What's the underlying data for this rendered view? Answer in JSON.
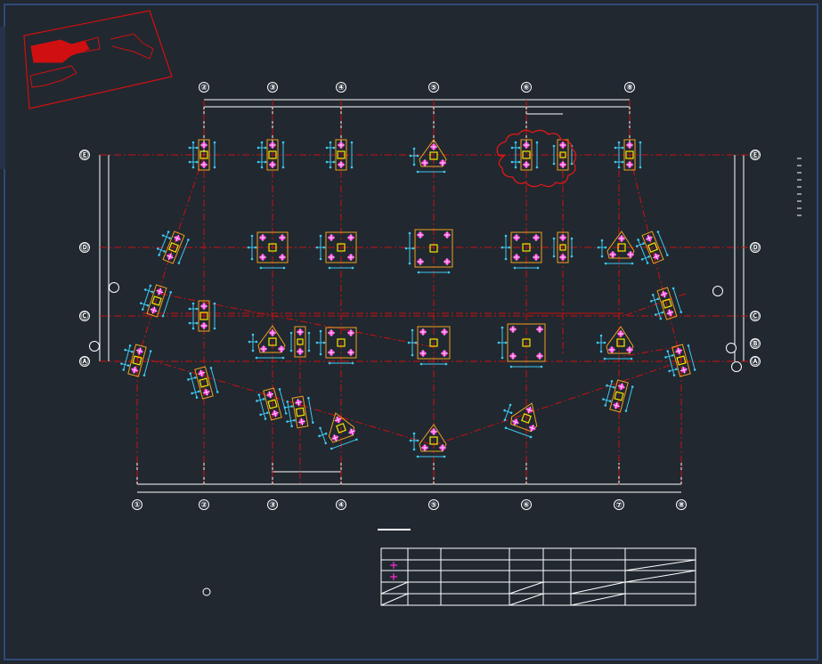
{
  "colors": {
    "background": "#212830",
    "border": "#2f4a7a",
    "grid_line": "#cc1010",
    "dimension_line": "#ffffff",
    "pile_cap": "#f0a020",
    "column": "#f2e600",
    "pile": "#ff2bd6",
    "rebar": "#3ec9f0",
    "revision_cloud": "#e01818"
  },
  "axes": {
    "top": [
      "②",
      "③",
      "④",
      "⑤",
      "⑥",
      "⑧"
    ],
    "bottom": [
      "①",
      "②",
      "③",
      "④",
      "⑤",
      "⑥",
      "⑦",
      "⑧"
    ],
    "left": [
      "Ⓔ",
      "Ⓓ",
      "Ⓒ",
      "Ⓐ"
    ],
    "right": [
      "Ⓔ",
      "Ⓓ",
      "Ⓒ",
      "Ⓑ",
      "Ⓐ"
    ]
  },
  "legend": {
    "symbols": [
      "pile-symbol",
      "pile-symbol"
    ]
  },
  "icons": {
    "key_plan": "key-plan-icon",
    "pile": "pile-icon",
    "revision": "revision-cloud-icon"
  }
}
